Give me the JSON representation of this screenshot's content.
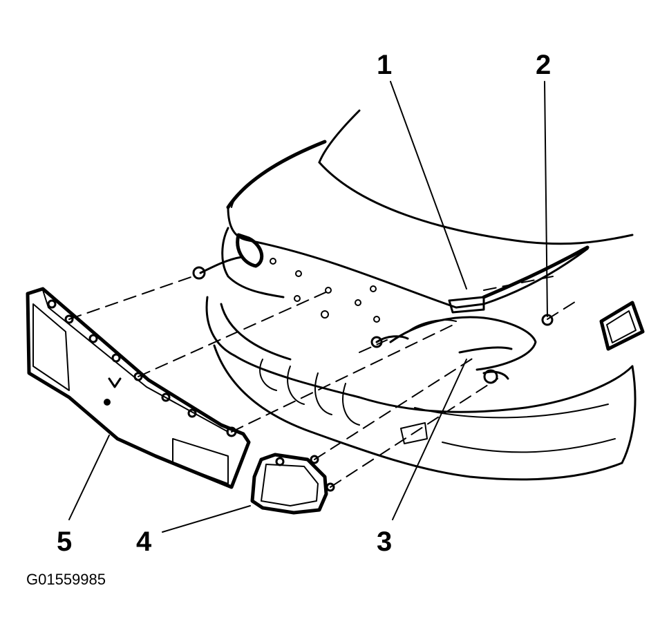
{
  "callouts": [
    {
      "number": "1"
    },
    {
      "number": "2"
    },
    {
      "number": "3"
    },
    {
      "number": "4"
    },
    {
      "number": "5"
    }
  ],
  "figure_id": "G01559985"
}
